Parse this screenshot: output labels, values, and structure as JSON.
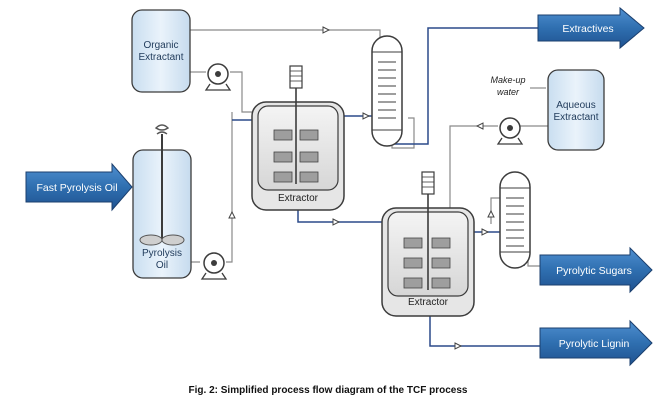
{
  "diagram": {
    "vessels": {
      "organic_extractant": [
        "Organic",
        "Extractant"
      ],
      "aqueous_extractant": [
        "Aqueous",
        "Extractant"
      ],
      "pyrolysis_oil": [
        "Pyrolysis",
        "Oil"
      ]
    },
    "extractor_label": "Extractor",
    "makeup_water": [
      "Make-up",
      "water"
    ],
    "arrows": {
      "input": "Fast Pyrolysis Oil",
      "extractives": "Extractives",
      "sugars": "Pyrolytic Sugars",
      "lignin": "Pyrolytic Lignin"
    },
    "caption": "Fig. 2: Simplified process flow diagram of the TCF process",
    "colors": {
      "vessel_fill": "#dcebf7",
      "arrow_fill": "#2f6fb0",
      "pipe_blue": "#2b4a8a",
      "pipe_gray": "#8a8a8a"
    }
  }
}
